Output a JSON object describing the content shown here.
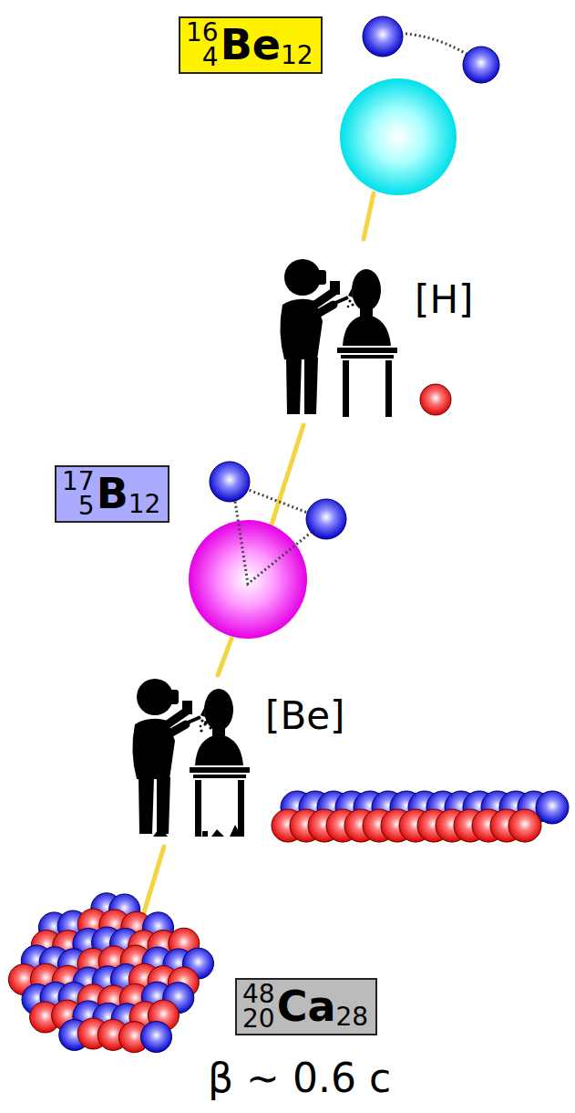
{
  "diagram": {
    "nodes": [
      {
        "text": [
          "16",
          "4",
          "Be",
          "12"
        ]
      },
      {
        "text": [
          "17",
          "5",
          "B",
          "12"
        ]
      },
      {
        "text": [
          "48",
          "20",
          "Ca",
          "28"
        ]
      }
    ],
    "labels": [
      "[H]",
      "[Be]",
      "β ∼ 0.6 c"
    ]
  }
}
